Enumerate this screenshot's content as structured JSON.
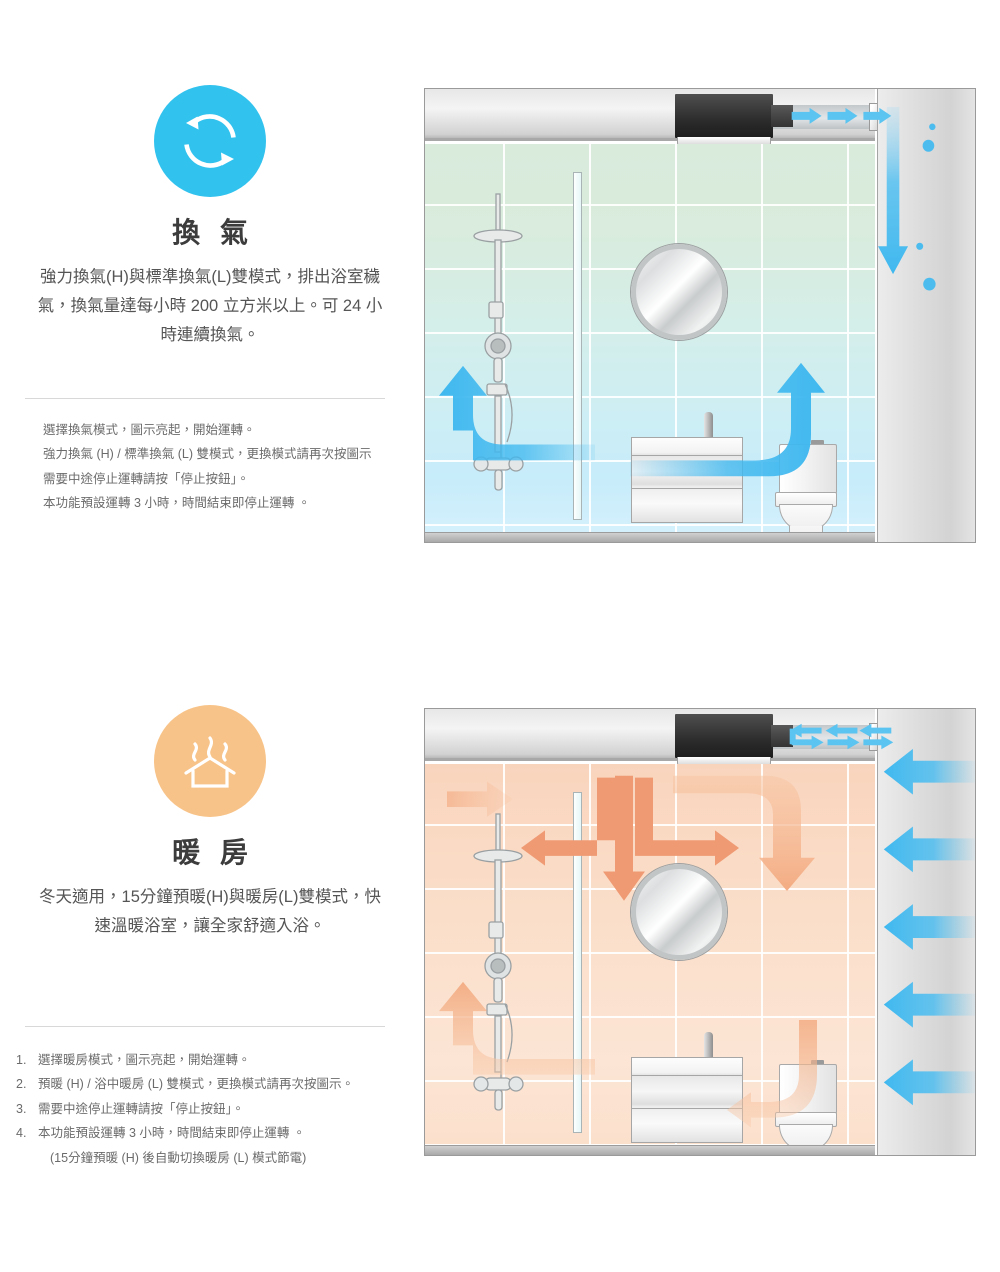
{
  "page": {
    "background": "#ffffff",
    "accent_vent": "#32c2ee",
    "accent_heat": "#f8c388",
    "airflow_blue": "#3fb8ef",
    "airflow_orange": "#f3a07a"
  },
  "sections": [
    {
      "id": "ventilation",
      "icon_name": "recycle-arrows-icon",
      "icon_bg": "#32c2ee",
      "title": "換 氣",
      "description": "強力換氣(H)與標準換氣(L)雙模式，排出浴室穢氣，換氣量達每小時 200 立方米以上。可 24 小時連續換氣。",
      "steps_numbered": false,
      "steps": [
        {
          "num": "",
          "text": "選擇換氣模式，圖示亮起，開始運轉。"
        },
        {
          "num": "",
          "text": "強力換氣 (H) / 標準換氣 (L) 雙模式，更換模式請再次按圖示"
        },
        {
          "num": "",
          "text": "需要中途停止運轉請按「停止按鈕」。"
        },
        {
          "num": "",
          "text": "本功能預設運轉 3 小時，時間結束即停止運轉 。"
        }
      ],
      "illustration": {
        "name": "bathroom-ventilation-diagram",
        "wall_tint": "green",
        "airflow_color": "#3fb8ef",
        "duct_arrow_direction": "right",
        "exterior_arrow_direction": "down",
        "droplets": 4,
        "fixtures": [
          "ceiling-fan-unit",
          "duct",
          "exterior-vent-cap",
          "shower",
          "glass-partition",
          "mirror",
          "vanity",
          "toilet"
        ]
      }
    },
    {
      "id": "heating",
      "icon_name": "house-heat-waves-icon",
      "icon_bg": "#f8c388",
      "title": "暖 房",
      "description": "冬天適用，15分鐘預暖(H)與暖房(L)雙模式，快速溫暖浴室，讓全家舒適入浴。",
      "steps_numbered": true,
      "steps": [
        {
          "num": "1.",
          "text": "選擇暖房模式，圖示亮起，開始運轉。"
        },
        {
          "num": "2.",
          "text": "預暖 (H) / 浴中暖房 (L) 雙模式，更換模式請再次按圖示。"
        },
        {
          "num": "3.",
          "text": "需要中途停止運轉請按「停止按鈕」。"
        },
        {
          "num": "4.",
          "text": "本功能預設運轉 3 小時，時間結束即停止運轉 。"
        }
      ],
      "sub_note": "(15分鐘預暖 (H) 後自動切換暖房 (L) 模式節電)",
      "illustration": {
        "name": "bathroom-heating-diagram",
        "wall_tint": "orange",
        "airflow_color": "#f3a07a",
        "intake_color": "#3fb8ef",
        "duct_arrow_direction": "bidirectional",
        "exterior_arrows": 5,
        "exterior_arrow_direction": "left",
        "fixtures": [
          "ceiling-fan-unit",
          "duct",
          "exterior-vent-cap",
          "shower",
          "glass-partition",
          "mirror",
          "vanity",
          "toilet"
        ]
      }
    }
  ]
}
